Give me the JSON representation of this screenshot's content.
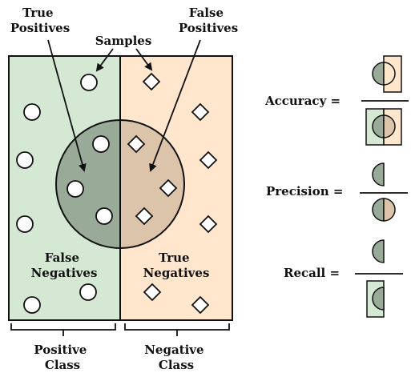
{
  "labels": {
    "true_positives": [
      "True",
      "Positives"
    ],
    "false_positives": [
      "False",
      "Positives"
    ],
    "samples": "Samples",
    "false_negatives": [
      "False",
      "Negatives"
    ],
    "true_negatives": [
      "True",
      "Negatives"
    ],
    "positive_class": [
      "Positive",
      "Class"
    ],
    "negative_class": [
      "Negative",
      "Class"
    ]
  },
  "formulas": {
    "accuracy": "Accuracy =",
    "precision": "Precision =",
    "recall": "Recall ="
  },
  "colors": {
    "positive_region": "#d5e8d4",
    "negative_region": "#ffe6cc",
    "true_positive_fill": "#9aaa98",
    "false_positive_fill": "#dbc4aa",
    "outline": "#111111"
  }
}
